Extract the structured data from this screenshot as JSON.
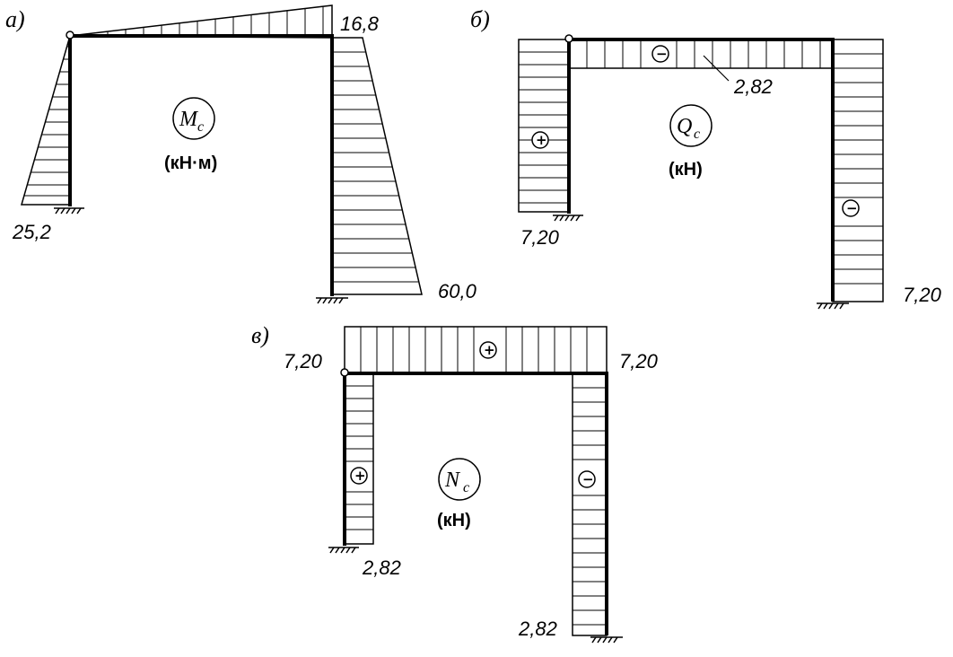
{
  "panels": {
    "a": {
      "letter": "а)",
      "symbol": "M",
      "subscript": "c",
      "unit": "(кН·м)",
      "values": {
        "top_right": "16,8",
        "left_base": "25,2",
        "right_base": "60,0"
      }
    },
    "b": {
      "letter": "б)",
      "symbol": "Q",
      "subscript": "c",
      "unit": "(кН)",
      "values": {
        "beam": "2,82",
        "left_base": "7,20",
        "right_base": "7,20"
      },
      "signs": {
        "beam": "−",
        "left_column": "+",
        "right_column": "−"
      }
    },
    "c": {
      "letter": "в)",
      "symbol": "N",
      "subscript": "c",
      "unit": "(кН)",
      "values": {
        "top_left": "7,20",
        "top_right": "7,20",
        "left_base": "2,82",
        "right_base": "2,82"
      },
      "signs": {
        "beam": "+",
        "left_column": "+",
        "right_column": "−"
      }
    }
  }
}
